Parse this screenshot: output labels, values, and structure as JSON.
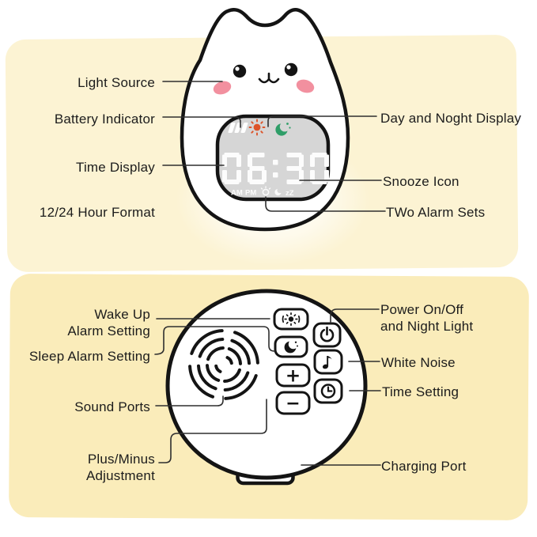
{
  "front_panel": {
    "labels": {
      "light_source": "Light Source",
      "battery_indicator": "Battery Indicator",
      "time_display": "Time Display",
      "hour_format": "12/24 Hour Format",
      "day_night": "Day and Noght Display",
      "snooze": "Snooze Icon",
      "two_alarms": "TWo Alarm Sets"
    },
    "clock": {
      "time": "06:30",
      "am_label": "AM",
      "pm_label": "PM",
      "snooze_text": "zZ"
    },
    "icons": {
      "battery": "battery-level-icon",
      "day": "sun-icon",
      "night": "moon-stars-icon",
      "alarm1": "alarm-bell-icon",
      "alarm2": "sleep-moon-icon"
    },
    "colors": {
      "panel": "#FCF3D3",
      "display_bg": "#D6D6D6",
      "sun_orange": "#DD5329",
      "moon_green": "#2F9E68",
      "cheek_pink": "#F2909F",
      "digit_white": "#FCFCFC"
    }
  },
  "back_panel": {
    "labels": {
      "wake_up": "Wake Up\nAlarm Setting",
      "sleep": "Sleep Alarm Setting",
      "sound_ports": "Sound Ports",
      "plus_minus": "Plus/Minus\nAdjustment",
      "power": "Power On/Off\nand Night Light",
      "white_noise": "White Noise",
      "time_setting": "Time Setting",
      "charging_port": "Charging Port"
    },
    "buttons": {
      "plus": "+",
      "minus": "−",
      "wake_alarm_icon": "ringing-alarm-icon",
      "sleep_alarm_icon": "moon-stars-icon",
      "power_icon": "power-icon",
      "white_noise_icon": "music-note-icon",
      "time_icon": "clock-icon"
    },
    "colors": {
      "panel": "#FAECBA",
      "outline": "#141414"
    }
  }
}
